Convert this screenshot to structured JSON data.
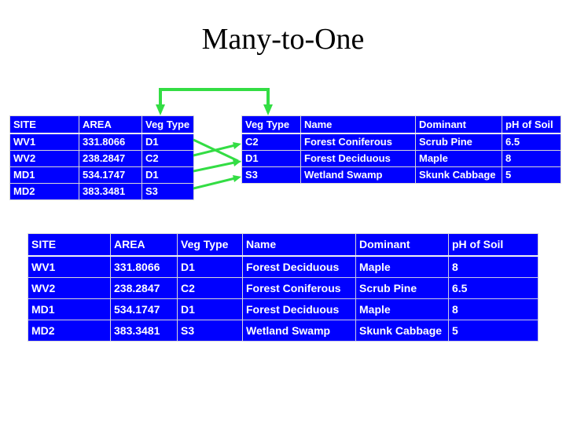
{
  "slide": {
    "title": "Many-to-One",
    "accent_green": "#33dd44",
    "table_fill": "#0000ff",
    "table_text": "#ffffff",
    "border_color": "#d8d8d8"
  },
  "top_left_table": {
    "name": "sites-table",
    "headers": [
      "SITE",
      "AREA",
      "Veg Type"
    ],
    "rows": [
      {
        "site": "WV1",
        "area": "331.8066",
        "veg_type": "D1"
      },
      {
        "site": "WV2",
        "area": "238.2847",
        "veg_type": "C2"
      },
      {
        "site": "MD1",
        "area": "534.1747",
        "veg_type": "D1"
      },
      {
        "site": "MD2",
        "area": "383.3481",
        "veg_type": "S3"
      }
    ]
  },
  "top_right_table": {
    "name": "veg-lookup-table",
    "headers": [
      "Veg Type",
      "Name",
      "Dominant",
      "pH of Soil"
    ],
    "rows": [
      {
        "veg_type": "C2",
        "name": "Forest Coniferous",
        "dominant": "Scrub Pine",
        "ph": "6.5"
      },
      {
        "veg_type": "D1",
        "name": "Forest Deciduous",
        "dominant": "Maple",
        "ph": "8"
      },
      {
        "veg_type": "S3",
        "name": "Wetland Swamp",
        "dominant": "Skunk Cabbage",
        "ph": "5"
      }
    ]
  },
  "bottom_table": {
    "name": "joined-result-table",
    "headers": [
      "SITE",
      "AREA",
      "Veg Type",
      "Name",
      "Dominant",
      "pH of Soil"
    ],
    "rows": [
      {
        "site": "WV1",
        "area": "331.8066",
        "veg_type": "D1",
        "name": "Forest Deciduous",
        "dominant": "Maple",
        "ph": "8"
      },
      {
        "site": "WV2",
        "area": "238.2847",
        "veg_type": "C2",
        "name": "Forest Coniferous",
        "dominant": "Scrub Pine",
        "ph": "6.5"
      },
      {
        "site": "MD1",
        "area": "534.1747",
        "veg_type": "D1",
        "name": "Forest Deciduous",
        "dominant": "Maple",
        "ph": "8"
      },
      {
        "site": "MD2",
        "area": "383.3481",
        "veg_type": "S3",
        "name": "Wetland Swamp",
        "dominant": "Skunk Cabbage",
        "ph": "5"
      }
    ]
  },
  "connectors": {
    "join_bracket": "join-key-bracket-arrow",
    "match_lines": [
      {
        "from_row": "WV1",
        "to_row": "D1"
      },
      {
        "from_row": "WV2",
        "to_row": "C2"
      },
      {
        "from_row": "MD1",
        "to_row": "D1"
      },
      {
        "from_row": "MD2",
        "to_row": "S3"
      }
    ]
  }
}
